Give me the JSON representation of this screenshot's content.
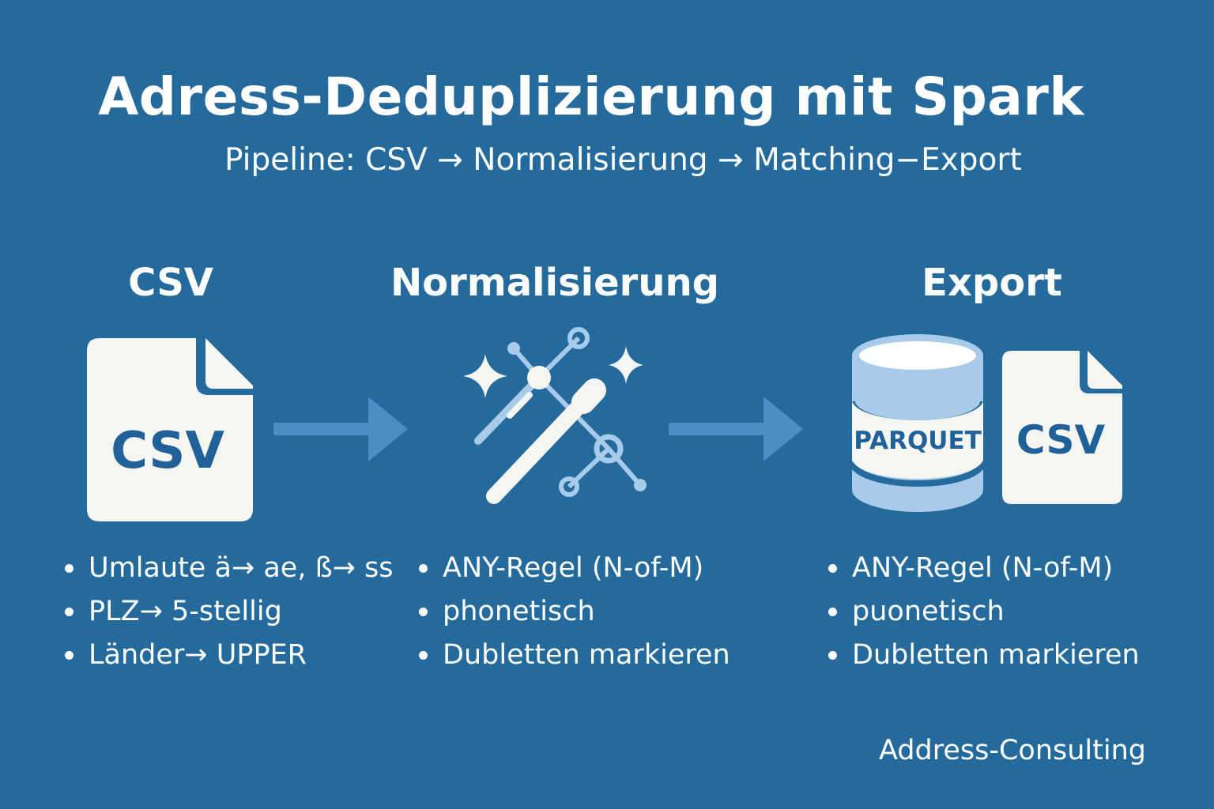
{
  "title": "Adress-Deduplizierung mit Spark",
  "subtitle": "Pipeline: CSV → Normalisierung → Matching−Export",
  "colors": {
    "background": "#246a9c",
    "foreground": "#ffffff",
    "icon_fill": "#f5f5f2",
    "icon_text": "#1f6198",
    "arrow": "#4a8ec6",
    "accent_light": "#a7cbe8"
  },
  "columns": [
    {
      "heading": "CSV",
      "icon": "csv-file-icon",
      "icon_label": "CSV",
      "bullets": [
        "Umlaute ä→ ae, ß→ ss",
        "PLZ→ 5-stellig",
        "Länder→ UPPER"
      ]
    },
    {
      "heading": "Normalisierung",
      "icon": "magic-wand-icon",
      "bullets": [
        "ANY-Regel (N-of-M)",
        "phonetisch",
        "Dubletten markieren"
      ]
    },
    {
      "heading": "Export",
      "icon": "database-icon",
      "icon_label": "PARQUET",
      "icon2": "csv-file-icon",
      "icon2_label": "CSV",
      "bullets": [
        "ANY-Regel (N-of-M)",
        "puonetisch",
        "Dubletten markieren"
      ]
    }
  ],
  "footer": "Address-Consulting"
}
